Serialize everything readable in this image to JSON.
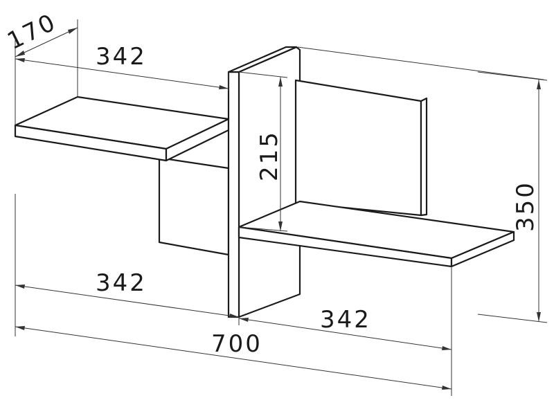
{
  "dimensions": {
    "depth": "170",
    "left_shelf_width": "342",
    "bottom_left_width": "342",
    "bottom_right_width": "342",
    "overall_width": "700",
    "inner_height": "215",
    "overall_height": "350"
  },
  "colors": {
    "line": "#1a1a1a",
    "background": "#ffffff"
  }
}
